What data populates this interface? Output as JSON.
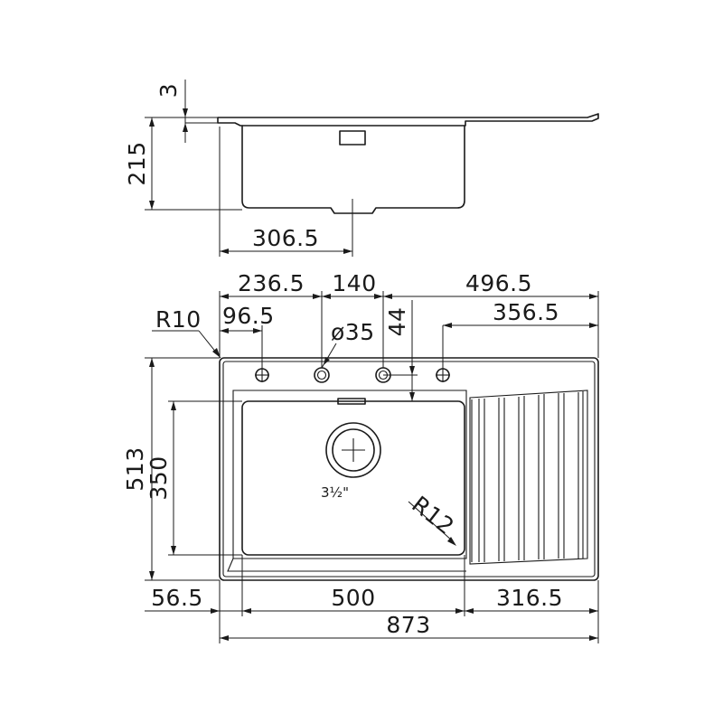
{
  "side_view": {
    "dims": {
      "thickness": "3",
      "depth": "215",
      "bowl_offset": "306.5"
    }
  },
  "top_view": {
    "dims": {
      "tap_left_offset": "236.5",
      "tap_spacing": "140",
      "tap_right_span": "496.5",
      "corner_radius": "R10",
      "first_hole_offset": "96.5",
      "hole_diameter": "ø35",
      "hole_inset": "44",
      "last_hole_offset": "356.5",
      "overall_depth": "513",
      "bowl_depth": "350",
      "bowl_radius": "R12",
      "left_margin": "56.5",
      "bowl_width": "500",
      "drainer_width": "316.5",
      "overall_width": "873"
    },
    "drain_label": "3½\""
  }
}
